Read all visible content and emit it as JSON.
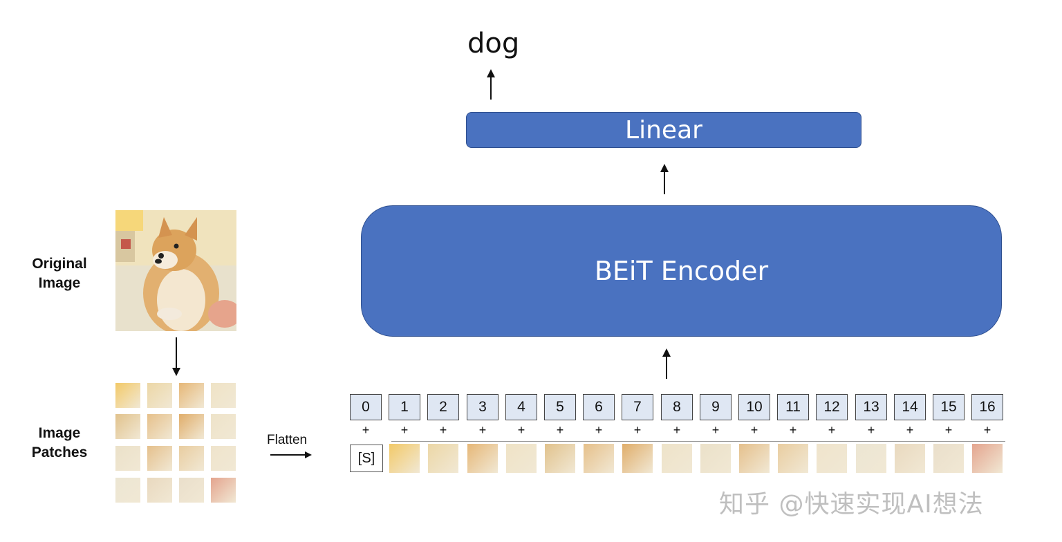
{
  "output": {
    "label": "dog"
  },
  "linear": {
    "label": "Linear"
  },
  "encoder": {
    "label": "BEiT Encoder"
  },
  "left_labels": {
    "original_image": "Original\nImage",
    "image_patches": "Image\nPatches"
  },
  "flatten": {
    "label": "Flatten"
  },
  "tokens": {
    "special": "[S]",
    "plus": "+",
    "positions": [
      "0",
      "1",
      "2",
      "3",
      "4",
      "5",
      "6",
      "7",
      "8",
      "9",
      "10",
      "11",
      "12",
      "13",
      "14",
      "15",
      "16"
    ]
  },
  "watermark": "知乎 @快速实现AI想法",
  "colors": {
    "block_fill": "#4a72c0",
    "block_border": "#2e4f8f",
    "position_fill": "#dfe7f3"
  }
}
